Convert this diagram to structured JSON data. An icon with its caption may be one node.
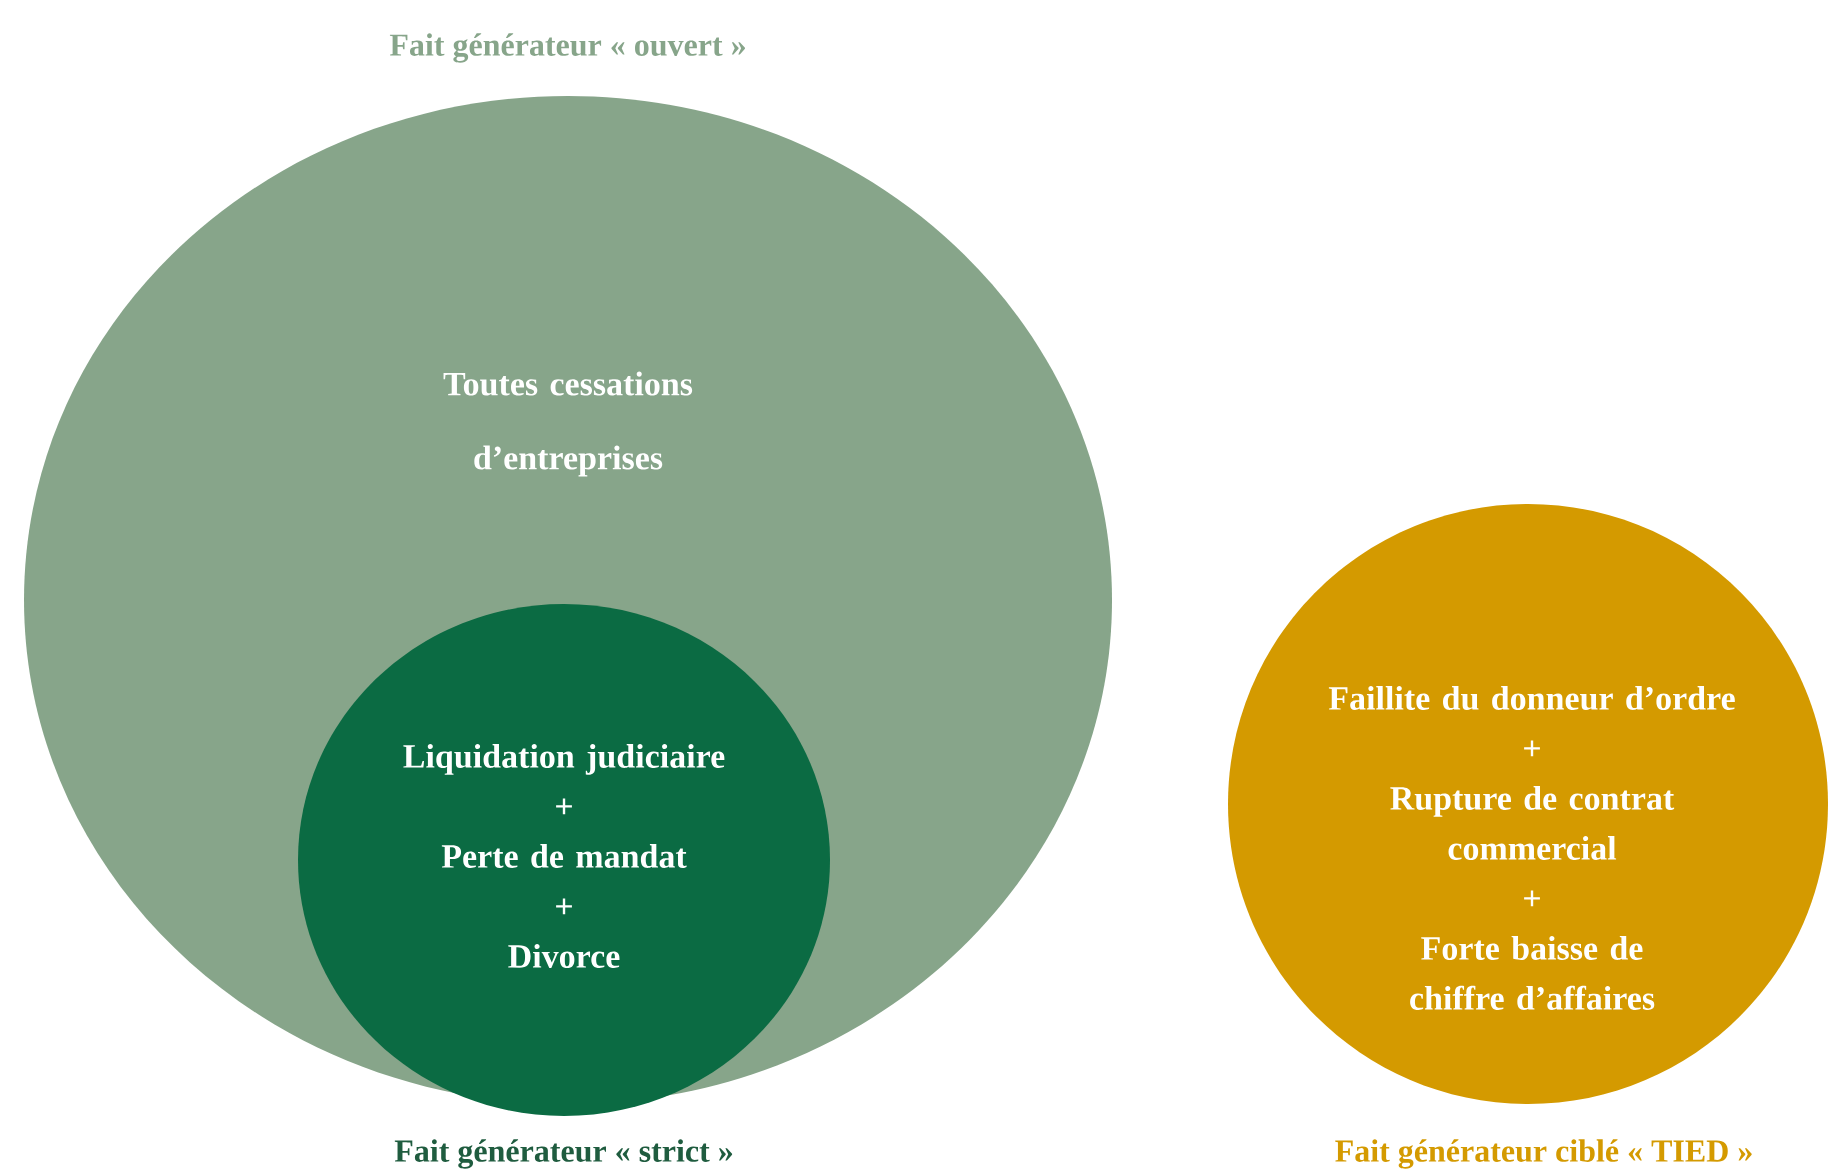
{
  "diagram": {
    "nodes": [
      {
        "text": [
          "Toutes cessations d’entreprises"
        ],
        "beside": [
          "Fait générateur « ouvert »"
        ]
      },
      {
        "text": [
          "Liquidation judiciaire",
          "+",
          "Perte de mandat",
          "+",
          "Divorce"
        ],
        "in": 0,
        "beside": [
          "Fait générateur « strict »"
        ]
      },
      {
        "text": [
          "Faillite du donneur d’ordre",
          "+",
          "Rupture de contrat commercial",
          "+",
          "Forte baisse de chiffre d’affaires"
        ],
        "beside": [
          "Fait générateur ciblé « TIED »"
        ]
      }
    ]
  }
}
